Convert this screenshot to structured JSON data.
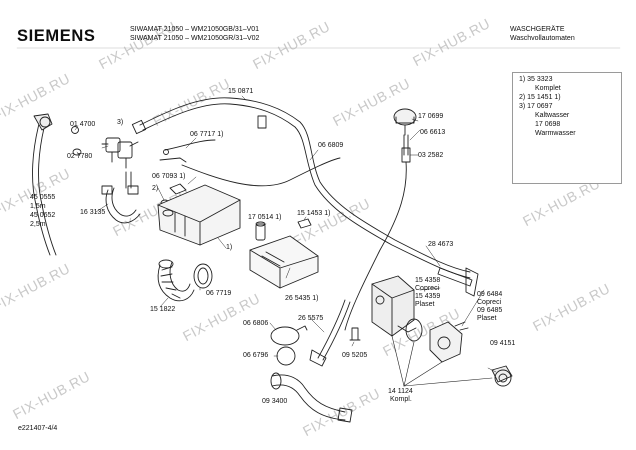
{
  "header": {
    "brand": "SIEMENS",
    "model_line_1": "SIWAMAT 21050 – WM21050GB/31–V01",
    "model_line_2": "SIWAMAT 21050 – WM21050GR/31–V02",
    "category_1": "WASCHGERÄTE",
    "category_2": "Waschvollautomaten"
  },
  "legend": [
    "1) 35 3323",
    "Komplet",
    "2) 15 1451 1)",
    "3) 17 0697",
    "Kaltwasser",
    "17 0698",
    "Warmwasser"
  ],
  "watermark": "FIX-HUB.RU",
  "labels": {
    "p150871": "15 0871",
    "p014700": "01 4700",
    "p3": "3)",
    "p027780": "02 7780",
    "p067717": "06 7717  1)",
    "p066809": "06 6809",
    "p170699": "17 0699",
    "p066613": "06 6613",
    "p032582": "03 2582",
    "p067093": "06 7093  1)",
    "p2": "2)",
    "p450555": "45 0555",
    "p15m": "1,5m",
    "p450652": "45 0652",
    "p25m": "2,5m",
    "p163135": "16 3135",
    "p170514": "17 0514  1)",
    "p151453": "15 1453  1)",
    "p1": "1)",
    "p284673": "28 4673",
    "p067719": "06 7719",
    "p265435": "26 5435  1)",
    "p154358": "15 4358",
    "copreci1": "Copreci",
    "p154359": "15 4359",
    "plaset1": "Plaset",
    "p096484": "09 6484",
    "copreci2": "Copreci",
    "p096485": "09 6485",
    "plaset2": "Plaset",
    "p151822": "15 1822",
    "p066806": "06 6806",
    "p265575": "26 5575",
    "p066796": "06 6796",
    "p095205": "09 5205",
    "p094151": "09 4151",
    "p093400": "09 3400",
    "p141124": "14 1124",
    "kompl": "Kompl."
  },
  "footer": {
    "code": "e221407-4/4"
  }
}
